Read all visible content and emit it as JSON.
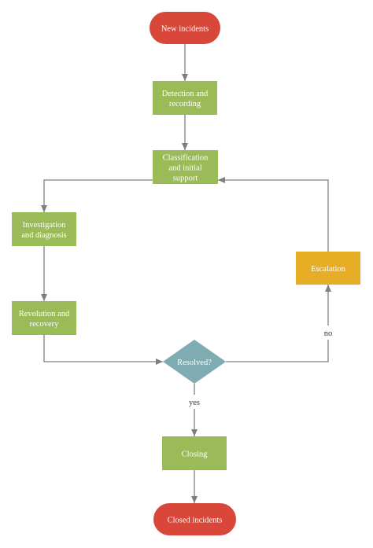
{
  "colors": {
    "terminal": "#d9473a",
    "process": "#9bbb59",
    "decision": "#7facb2",
    "escalation": "#e7ae25",
    "connector": "#7f7f7f"
  },
  "nodes": {
    "start": {
      "lines": [
        "New incidents"
      ]
    },
    "detection": {
      "lines": [
        "Detection and",
        "recording"
      ]
    },
    "classification": {
      "lines": [
        "Classification",
        "and initial",
        "support"
      ]
    },
    "investigation": {
      "lines": [
        "Investigation",
        "and diagnosis"
      ]
    },
    "revolution": {
      "lines": [
        "Revolution and",
        "recovery"
      ]
    },
    "resolved": {
      "lines": [
        "Resolved?"
      ]
    },
    "escalation": {
      "lines": [
        "Escalation"
      ]
    },
    "closing": {
      "lines": [
        "Closing"
      ]
    },
    "end": {
      "lines": [
        "Closed incidents"
      ]
    }
  },
  "edge_labels": {
    "no": "no",
    "yes": "yes"
  }
}
